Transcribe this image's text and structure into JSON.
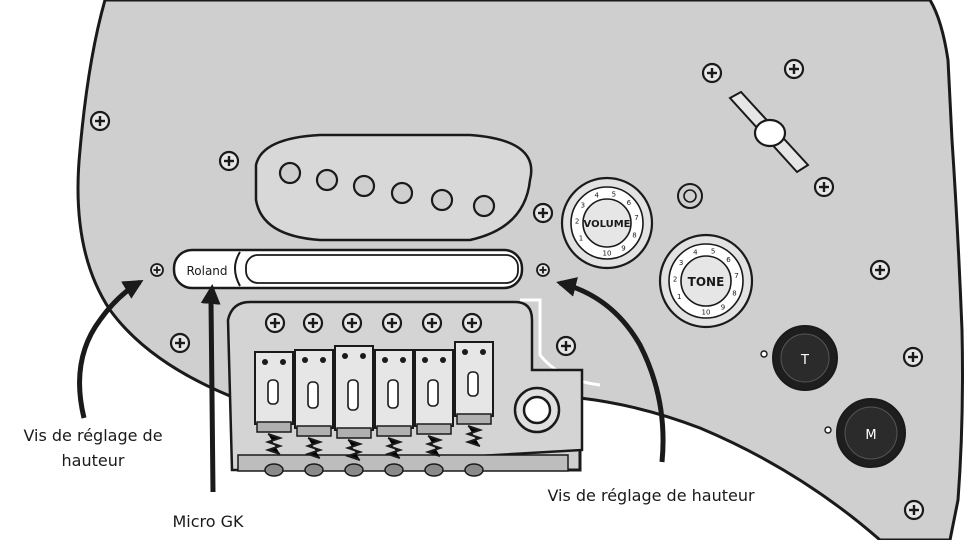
{
  "labels": {
    "left_callout_line1": "Vis de réglage de",
    "left_callout_line2": "hauteur",
    "middle_callout": "Micro GK",
    "right_callout": "Vis de réglage de hauteur"
  },
  "pickup": {
    "brand": "Roland"
  },
  "knobs": {
    "volume": "VOLUME",
    "tone": "TONE"
  },
  "jacks": {
    "upper": "T",
    "lower": "M"
  },
  "dial_scale": [
    "1",
    "2",
    "3",
    "4",
    "5",
    "6",
    "7",
    "8",
    "9",
    "10"
  ],
  "colors": {
    "pickguard": "#cfcfcf",
    "outline": "#1a1a1a",
    "background": "#ffffff",
    "dial_face": "#ffffff",
    "jack_body": "#222222"
  }
}
